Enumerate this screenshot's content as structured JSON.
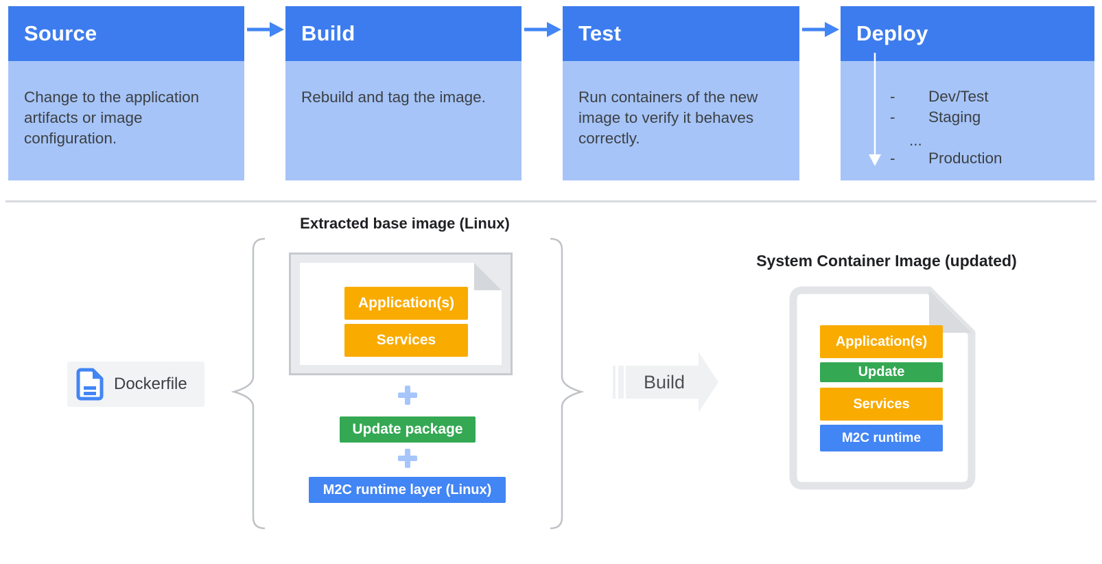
{
  "pipeline": {
    "stages": [
      {
        "title": "Source",
        "description": "Change to the application artifacts or image configuration."
      },
      {
        "title": "Build",
        "description": "Rebuild and tag the image."
      },
      {
        "title": "Test",
        "description": "Run containers of the new image to verify it behaves correctly."
      },
      {
        "title": "Deploy",
        "description": ""
      }
    ],
    "deploy_targets": [
      {
        "bullet": "-",
        "label": "Dev/Test"
      },
      {
        "bullet": "-",
        "label": "Staging"
      },
      {
        "bullet": "",
        "label": "..."
      },
      {
        "bullet": "-",
        "label": "Production"
      }
    ]
  },
  "build_flow": {
    "dockerfile": {
      "label": "Dockerfile",
      "icon": "document-icon"
    },
    "extracted_base_image": {
      "title": "Extracted base image (Linux)",
      "layers": [
        "Application(s)",
        "Services"
      ]
    },
    "plus_icon": "+",
    "update_package": {
      "label": "Update package"
    },
    "runtime_layer": {
      "label": "M2C runtime layer (Linux)"
    },
    "build_arrow": {
      "label": "Build"
    },
    "system_container_image": {
      "title": "System Container Image (updated)",
      "layers": [
        {
          "label": "Application(s)",
          "color": "#F9AB00"
        },
        {
          "label": "Update",
          "color": "#34A853"
        },
        {
          "label": "Services",
          "color": "#F9AB00"
        },
        {
          "label": "M2C runtime",
          "color": "#4285F4"
        }
      ]
    }
  },
  "colors": {
    "stage_header_blue": "#3D7CEE",
    "stage_body_blue": "#A6C4F8",
    "flow_arrow_blue": "#4285F4",
    "layer_yellow": "#F9AB00",
    "layer_green": "#34A853",
    "layer_blue": "#4285F4",
    "plus_light_blue": "#A6C6FB",
    "divider_gray": "#D7DADE",
    "brace_gray": "#BFC3C8",
    "build_arrow_gray": "#EFF1F2",
    "dockerfile_chip_gray": "#F1F3F4",
    "text_dark": "#3C4043"
  }
}
